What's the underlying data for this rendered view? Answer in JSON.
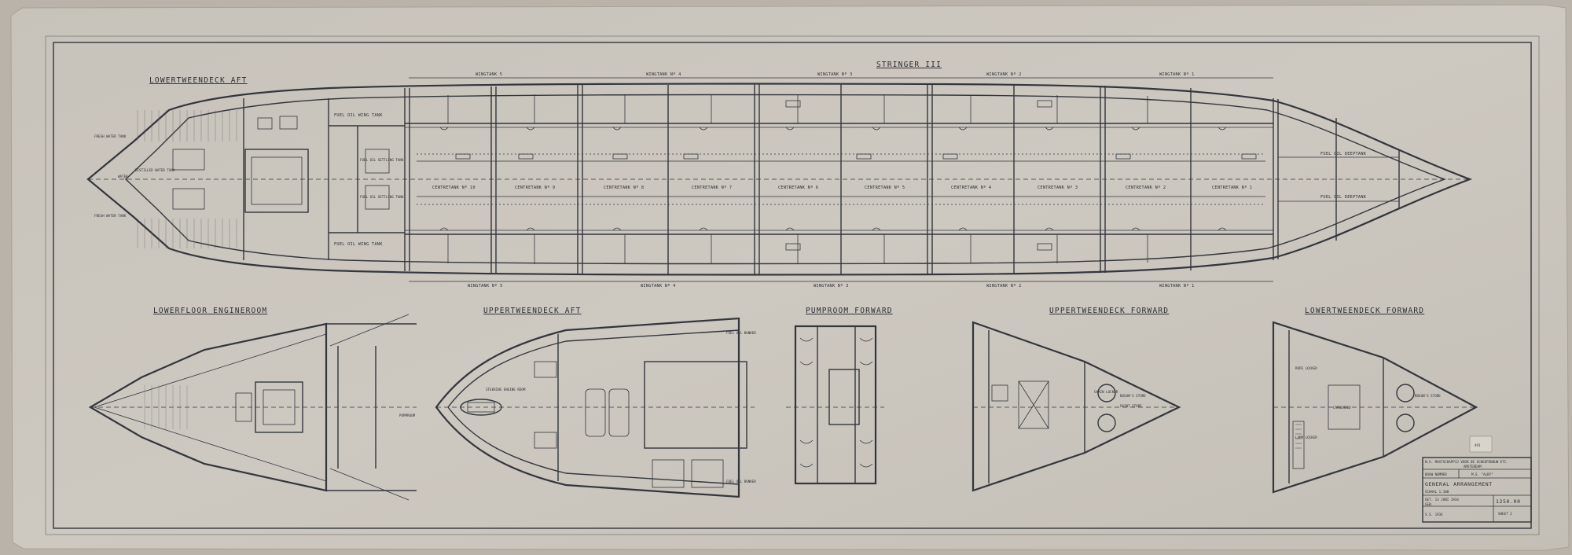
{
  "sheet": {
    "main_plan_title": "STRINGER III",
    "views": {
      "lower_tweendeck_aft": "LOWERTWEENDECK AFT",
      "lower_floor_engineroom": "LOWERFLOOR ENGINEROOM",
      "upper_tweendeck_aft": "UPPERTWEENDECK AFT",
      "pumproom_forward": "PUMPROOM FORWARD",
      "upper_tweendeck_forward": "UPPERTWEENDECK FORWARD",
      "lower_tweendeck_forward": "LOWERTWEENDECK FORWARD"
    },
    "wingtanks_top": [
      "WINGTANK 5",
      "WINGTANK Nº 4",
      "WINGTANK Nº 3",
      "WINGTANK Nº 2",
      "WINGTANK Nº 1"
    ],
    "wingtanks_bottom": [
      "WINGTANK Nº 5",
      "WINGTANK Nº 4",
      "WINGTANK Nº 3",
      "WINGTANK Nº 2",
      "WINGTANK Nº 1"
    ],
    "centretanks": [
      "CENTRETANK Nº 10",
      "CENTRETANK Nº 9",
      "CENTRETANK Nº 8",
      "CENTRETANK Nº 7",
      "CENTRETANK Nº 6",
      "CENTRETANK Nº 5",
      "CENTRETANK Nº 4",
      "CENTRETANK Nº 3",
      "CENTRETANK Nº 2",
      "CENTRETANK Nº 1"
    ],
    "aft_labels": {
      "fuel_wing_top": "FUEL OIL WING TANK",
      "fuel_wing_bottom": "FUEL OIL WING TANK",
      "fresh_water_top": "FRESH WATER TANK",
      "fresh_water_bottom": "FRESH WATER TANK",
      "distilled": "DISTILLED WATER TANK",
      "settling_1": "FUEL OIL SETTLING TANK",
      "settling_2": "FUEL OIL SETTLING TANK",
      "water": "WATER"
    },
    "fwd_labels": {
      "deeptank_top": "FUEL OIL DEEPTANK",
      "deeptank_bottom": "FUEL OIL DEEPTANK",
      "bosun_store_1": "BOSUN'S STORE",
      "bosun_store_2": "BOSUN'S STORE",
      "paint_store": "PAINT STORE",
      "chain_locker": "CHAIN LOCKER",
      "rope_locker": "ROPE LOCKER",
      "lamp_locker": "LAMP LOCKER",
      "cargo_hold": "CARGOHOLD",
      "pumproom": "PUMPROOM",
      "steering_engine": "STEERING ENGINE ROOM",
      "fuel_oil_bunker_1": "FUEL OIL BUNKER",
      "fuel_oil_bunker_2": "FUEL OIL BUNKER"
    },
    "stamp": "491"
  },
  "title_block": {
    "line1": "N.V. MAATSCHAPPIJ VOOR DE SCHEEPSBOUW ETC.",
    "line2": "AMSTERDAM",
    "line3_left": "BOUW NUMMER",
    "line3_right": "M.S. \"ALBY\"",
    "line4": "GENERAL ARRANGEMENT",
    "line5": "SCHAAL 1:100",
    "line6": "GET. 13 JUNI 1934",
    "line7": "GEW.",
    "line8": "S.S. 1934",
    "number": "1250.00",
    "sheet_no": "SHEET 2"
  },
  "colors": {
    "paper": "#cac5bd",
    "ink": "#33363d",
    "frame": "#3a3c42"
  }
}
